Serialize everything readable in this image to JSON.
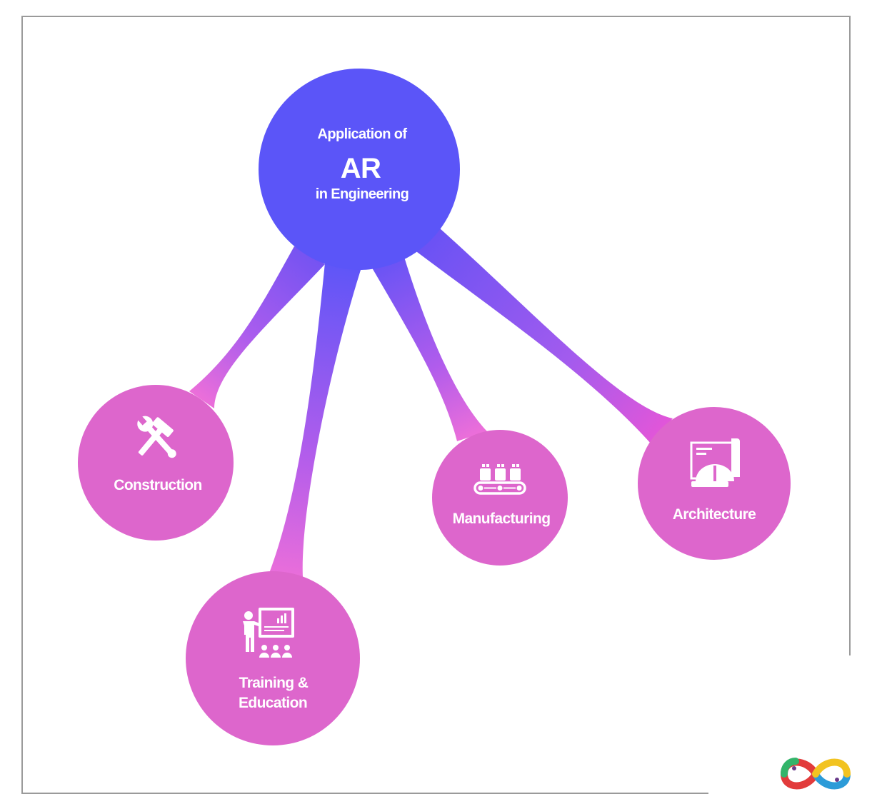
{
  "center_node": {
    "line1": "Application of",
    "line2": "AR",
    "line3": "in Engineering",
    "color": "#5b55f8"
  },
  "nodes": [
    {
      "id": "construction",
      "label_lines": [
        "Construction"
      ],
      "icon": "hammer-wrench-icon"
    },
    {
      "id": "training",
      "label_lines": [
        "Training &",
        "Education"
      ],
      "icon": "presentation-icon"
    },
    {
      "id": "manufacturing",
      "label_lines": [
        "Manufacturing"
      ],
      "icon": "conveyor-belt-icon"
    },
    {
      "id": "architecture",
      "label_lines": [
        "Architecture"
      ],
      "icon": "blueprint-hardhat-icon"
    }
  ],
  "colors": {
    "node_fill": "#dd66cc",
    "branch_top": "#5b55f8",
    "branch_bottom": "#f070d8",
    "frame": "#9a9a9a"
  },
  "logo": {
    "icon": "infinity-logo-icon"
  }
}
